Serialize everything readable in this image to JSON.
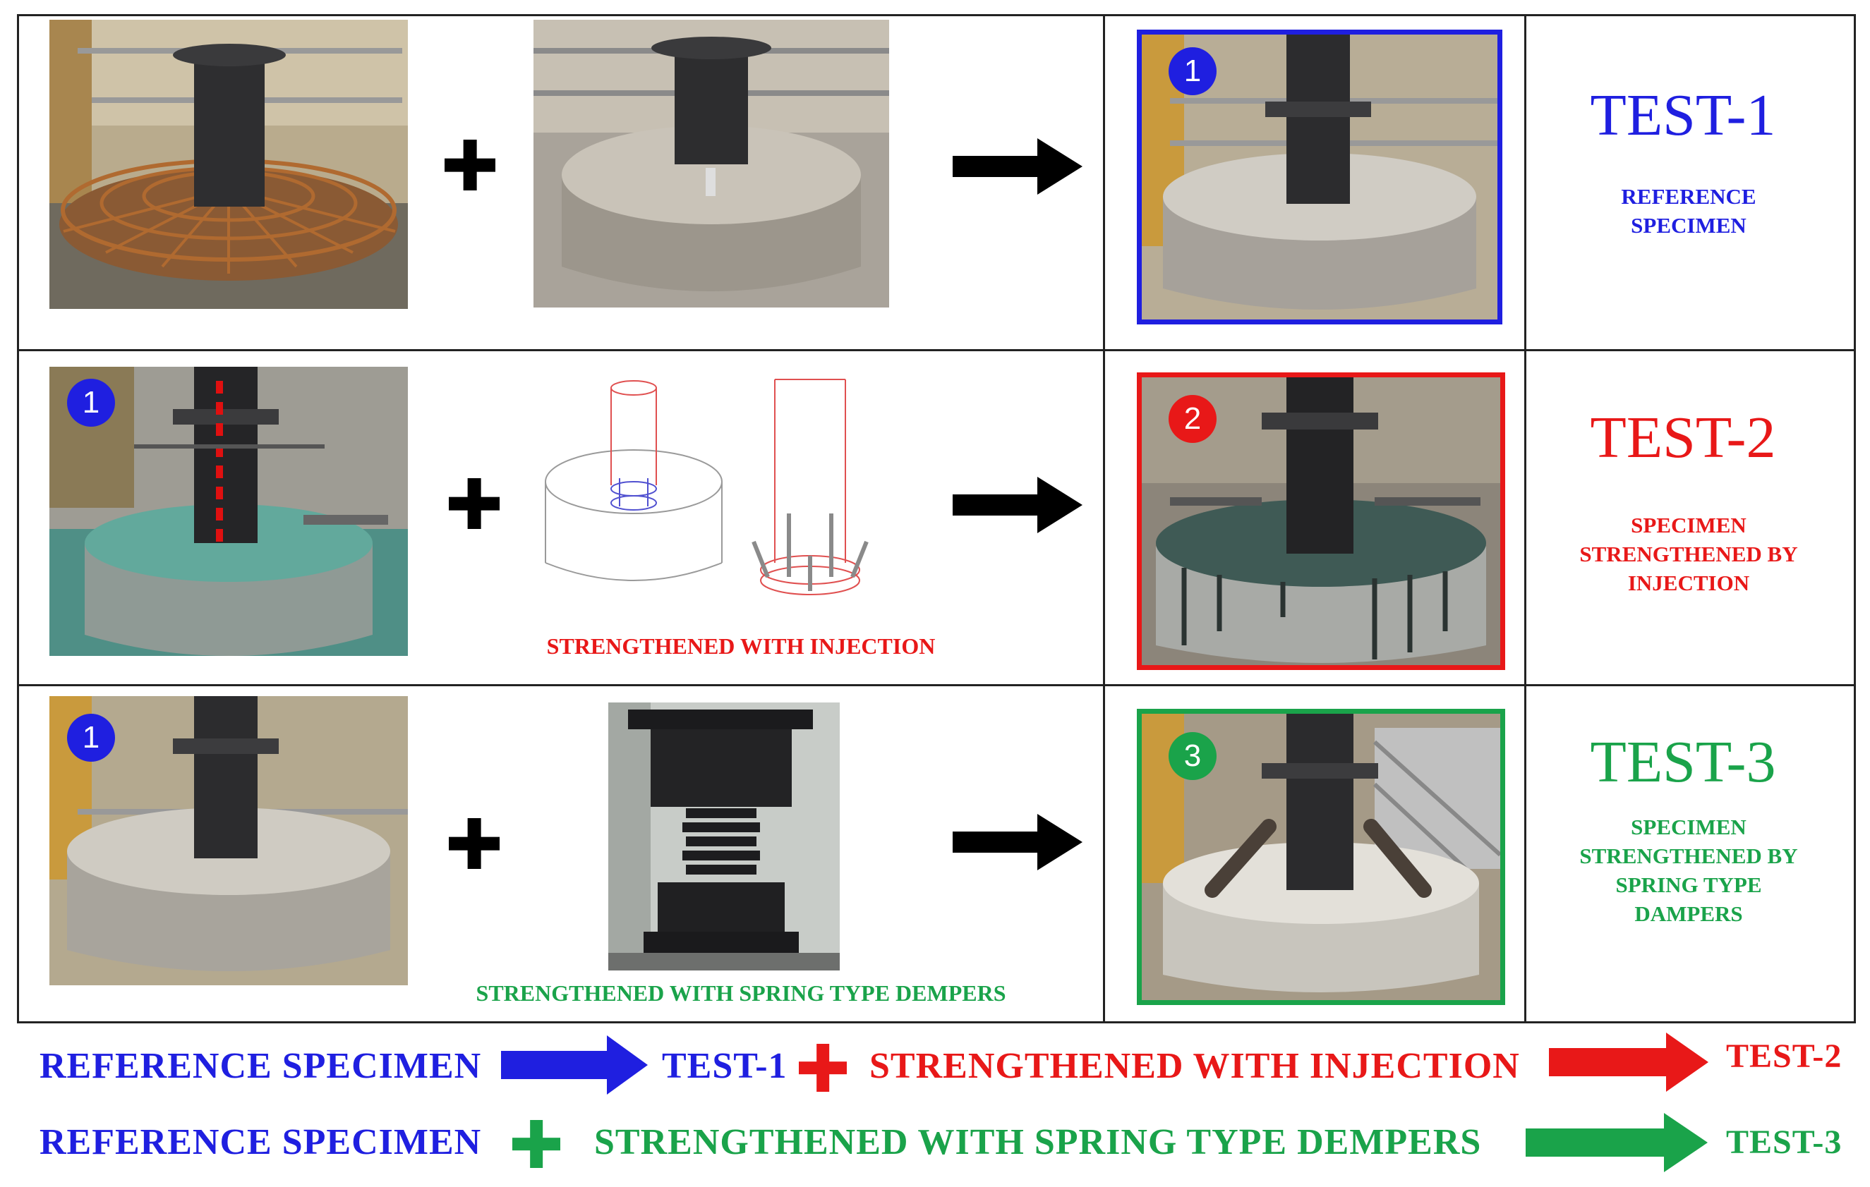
{
  "rows": [
    {
      "result_badge": "1",
      "title": "TEST-1",
      "description": [
        "REFERENCE",
        "SPECIMEN"
      ],
      "caption": "",
      "color": "#1f1fe0"
    },
    {
      "input_badge": "1",
      "result_badge": "2",
      "title": "TEST-2",
      "description": [
        "SPECIMEN",
        "STRENGTHENED BY",
        "INJECTION"
      ],
      "caption": "STRENGTHENED WITH INJECTION",
      "color": "#e81818"
    },
    {
      "input_badge": "1",
      "result_badge": "3",
      "title": "TEST-3",
      "description": [
        "SPECIMEN",
        "STRENGTHENED BY",
        "SPRING TYPE",
        "DAMPERS"
      ],
      "caption": "STRENGTHENED WITH SPRING TYPE DEMPERS",
      "color": "#1aa34a"
    }
  ],
  "legend": {
    "line1": {
      "reference": "REFERENCE  SPECIMEN",
      "test1": "TEST-1",
      "strengthened": "STRENGTHENED  WITH  INJECTION",
      "test2": "TEST-2"
    },
    "line2": {
      "reference": "REFERENCE  SPECIMEN",
      "strengthened": "STRENGTHENED  WITH  SPRING  TYPE  DEMPERS",
      "test3": "TEST-3"
    }
  },
  "colors": {
    "blue": "#1f1fe0",
    "red": "#e81818",
    "green": "#1aa34a",
    "black": "#000000"
  }
}
